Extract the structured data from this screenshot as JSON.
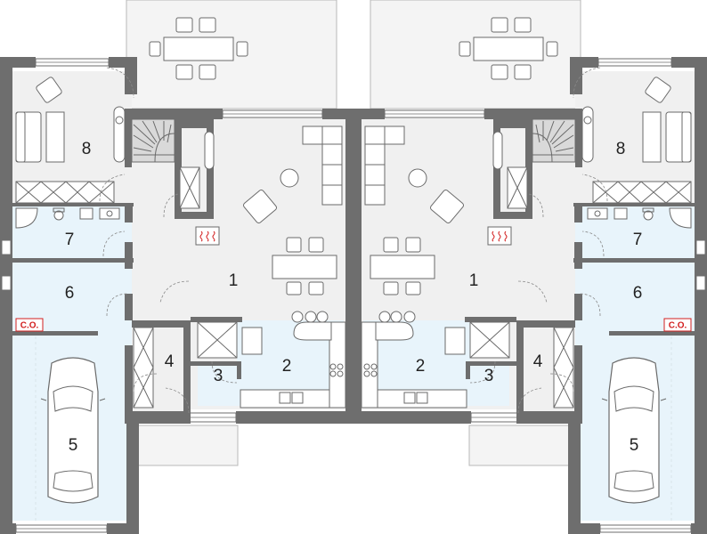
{
  "plan": {
    "colors": {
      "background": "#ffffff",
      "wall": "#6e6e6e",
      "terrace": "#f4f4f4",
      "floor": "#f0f0f0",
      "wet_room": "#e8f4fb",
      "line": "#6a6a6a",
      "accent": "#d21f1f"
    },
    "units": [
      {
        "side": "left",
        "rooms": [
          {
            "id": "1",
            "label": "1"
          },
          {
            "id": "2",
            "label": "2"
          },
          {
            "id": "3",
            "label": "3"
          },
          {
            "id": "4",
            "label": "4"
          },
          {
            "id": "5",
            "label": "5"
          },
          {
            "id": "6",
            "label": "6"
          },
          {
            "id": "7",
            "label": "7"
          },
          {
            "id": "8",
            "label": "8"
          }
        ],
        "boiler_label": "C.O."
      },
      {
        "side": "right",
        "rooms": [
          {
            "id": "1",
            "label": "1"
          },
          {
            "id": "2",
            "label": "2"
          },
          {
            "id": "3",
            "label": "3"
          },
          {
            "id": "4",
            "label": "4"
          },
          {
            "id": "5",
            "label": "5"
          },
          {
            "id": "6",
            "label": "6"
          },
          {
            "id": "7",
            "label": "7"
          },
          {
            "id": "8",
            "label": "8"
          }
        ],
        "boiler_label": "C.O."
      }
    ]
  }
}
